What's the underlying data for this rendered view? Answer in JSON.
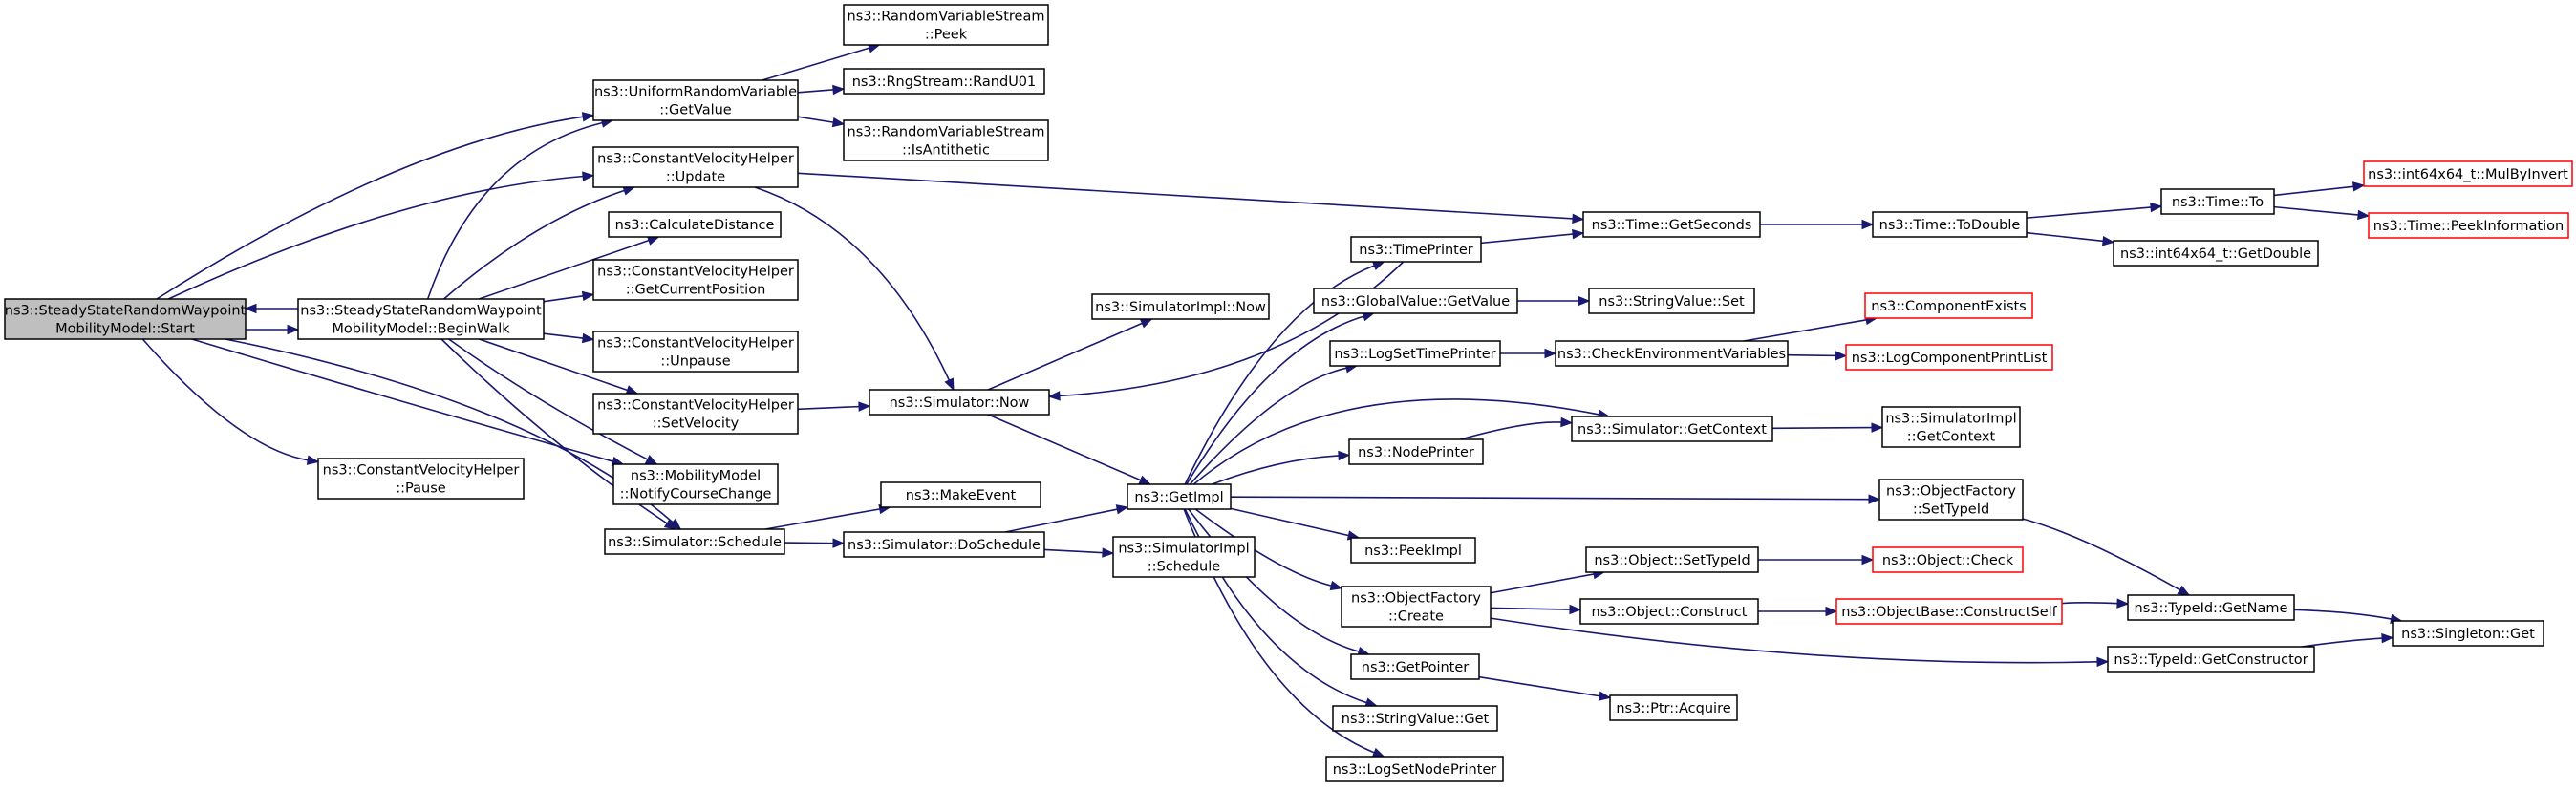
{
  "nodes": [
    {
      "id": "root",
      "lines": [
        "ns3::SteadyStateRandomWaypoint",
        "MobilityModel::Start"
      ],
      "style": "root"
    },
    {
      "id": "beginwalk",
      "lines": [
        "ns3::SteadyStateRandomWaypoint",
        "MobilityModel::BeginWalk"
      ],
      "style": "normal"
    },
    {
      "id": "pause",
      "lines": [
        "ns3::ConstantVelocityHelper",
        "::Pause"
      ],
      "style": "normal"
    },
    {
      "id": "urvgetvalue",
      "lines": [
        "ns3::UniformRandomVariable",
        "::GetValue"
      ],
      "style": "normal"
    },
    {
      "id": "cvhupdate",
      "lines": [
        "ns3::ConstantVelocityHelper",
        "::Update"
      ],
      "style": "normal"
    },
    {
      "id": "calcdist",
      "lines": [
        "ns3::CalculateDistance"
      ],
      "style": "normal"
    },
    {
      "id": "getcurpos",
      "lines": [
        "ns3::ConstantVelocityHelper",
        "::GetCurrentPosition"
      ],
      "style": "normal"
    },
    {
      "id": "unpause",
      "lines": [
        "ns3::ConstantVelocityHelper",
        "::Unpause"
      ],
      "style": "normal"
    },
    {
      "id": "setvelocity",
      "lines": [
        "ns3::ConstantVelocityHelper",
        "::SetVelocity"
      ],
      "style": "normal"
    },
    {
      "id": "notify",
      "lines": [
        "ns3::MobilityModel",
        "::NotifyCourseChange"
      ],
      "style": "normal"
    },
    {
      "id": "schedule",
      "lines": [
        "ns3::Simulator::Schedule"
      ],
      "style": "normal"
    },
    {
      "id": "peek",
      "lines": [
        "ns3::RandomVariableStream",
        "::Peek"
      ],
      "style": "normal"
    },
    {
      "id": "randu01",
      "lines": [
        "ns3::RngStream::RandU01"
      ],
      "style": "normal"
    },
    {
      "id": "isanti",
      "lines": [
        "ns3::RandomVariableStream",
        "::IsAntithetic"
      ],
      "style": "normal"
    },
    {
      "id": "simnow",
      "lines": [
        "ns3::Simulator::Now"
      ],
      "style": "normal"
    },
    {
      "id": "makeevent",
      "lines": [
        "ns3::MakeEvent"
      ],
      "style": "normal"
    },
    {
      "id": "doschedule",
      "lines": [
        "ns3::Simulator::DoSchedule"
      ],
      "style": "normal"
    },
    {
      "id": "implnow",
      "lines": [
        "ns3::SimulatorImpl::Now"
      ],
      "style": "normal"
    },
    {
      "id": "getimpl",
      "lines": [
        "ns3::GetImpl"
      ],
      "style": "normal"
    },
    {
      "id": "implschedule",
      "lines": [
        "ns3::SimulatorImpl",
        "::Schedule"
      ],
      "style": "normal"
    },
    {
      "id": "timeprinter",
      "lines": [
        "ns3::TimePrinter"
      ],
      "style": "normal"
    },
    {
      "id": "gvgetvalue",
      "lines": [
        "ns3::GlobalValue::GetValue"
      ],
      "style": "normal"
    },
    {
      "id": "logsettp",
      "lines": [
        "ns3::LogSetTimePrinter"
      ],
      "style": "normal"
    },
    {
      "id": "nodeprinter",
      "lines": [
        "ns3::NodePrinter"
      ],
      "style": "normal"
    },
    {
      "id": "peekimpl",
      "lines": [
        "ns3::PeekImpl"
      ],
      "style": "normal"
    },
    {
      "id": "ofcreate",
      "lines": [
        "ns3::ObjectFactory",
        "::Create"
      ],
      "style": "normal"
    },
    {
      "id": "getpointer",
      "lines": [
        "ns3::GetPointer"
      ],
      "style": "normal"
    },
    {
      "id": "svget",
      "lines": [
        "ns3::StringValue::Get"
      ],
      "style": "normal"
    },
    {
      "id": "logsetnp",
      "lines": [
        "ns3::LogSetNodePrinter"
      ],
      "style": "normal"
    },
    {
      "id": "getseconds",
      "lines": [
        "ns3::Time::GetSeconds"
      ],
      "style": "normal"
    },
    {
      "id": "svset",
      "lines": [
        "ns3::StringValue::Set"
      ],
      "style": "normal"
    },
    {
      "id": "checkenv",
      "lines": [
        "ns3::CheckEnvironmentVariables"
      ],
      "style": "normal"
    },
    {
      "id": "simgetctx",
      "lines": [
        "ns3::Simulator::GetContext"
      ],
      "style": "normal"
    },
    {
      "id": "objsettypeid",
      "lines": [
        "ns3::Object::SetTypeId"
      ],
      "style": "normal"
    },
    {
      "id": "objconstruct",
      "lines": [
        "ns3::Object::Construct"
      ],
      "style": "normal"
    },
    {
      "id": "ptracquire",
      "lines": [
        "ns3::Ptr::Acquire"
      ],
      "style": "normal"
    },
    {
      "id": "todouble",
      "lines": [
        "ns3::Time::ToDouble"
      ],
      "style": "normal"
    },
    {
      "id": "compexists",
      "lines": [
        "ns3::ComponentExists"
      ],
      "style": "trunc"
    },
    {
      "id": "logcomplist",
      "lines": [
        "ns3::LogComponentPrintList"
      ],
      "style": "trunc"
    },
    {
      "id": "implgetctx",
      "lines": [
        "ns3::SimulatorImpl",
        "::GetContext"
      ],
      "style": "normal"
    },
    {
      "id": "ofsettypeid",
      "lines": [
        "ns3::ObjectFactory",
        "::SetTypeId"
      ],
      "style": "normal"
    },
    {
      "id": "objcheck",
      "lines": [
        "ns3::Object::Check"
      ],
      "style": "trunc"
    },
    {
      "id": "constructself",
      "lines": [
        "ns3::ObjectBase::ConstructSelf"
      ],
      "style": "trunc"
    },
    {
      "id": "timeto",
      "lines": [
        "ns3::Time::To"
      ],
      "style": "normal"
    },
    {
      "id": "getdouble",
      "lines": [
        "ns3::int64x64_t::GetDouble"
      ],
      "style": "normal"
    },
    {
      "id": "typeidgetname",
      "lines": [
        "ns3::TypeId::GetName"
      ],
      "style": "normal"
    },
    {
      "id": "typeidgetctor",
      "lines": [
        "ns3::TypeId::GetConstructor"
      ],
      "style": "normal"
    },
    {
      "id": "mulbyinvert",
      "lines": [
        "ns3::int64x64_t::MulByInvert"
      ],
      "style": "trunc"
    },
    {
      "id": "peekinfo",
      "lines": [
        "ns3::Time::PeekInformation"
      ],
      "style": "trunc"
    },
    {
      "id": "singletonget",
      "lines": [
        "ns3::Singleton::Get"
      ],
      "style": "normal"
    }
  ],
  "edges": [
    [
      "root",
      "beginwalk"
    ],
    [
      "beginwalk",
      "root"
    ],
    [
      "root",
      "urvgetvalue"
    ],
    [
      "root",
      "cvhupdate"
    ],
    [
      "root",
      "pause"
    ],
    [
      "root",
      "notify"
    ],
    [
      "root",
      "schedule"
    ],
    [
      "beginwalk",
      "urvgetvalue"
    ],
    [
      "beginwalk",
      "cvhupdate"
    ],
    [
      "beginwalk",
      "calcdist"
    ],
    [
      "beginwalk",
      "getcurpos"
    ],
    [
      "beginwalk",
      "unpause"
    ],
    [
      "beginwalk",
      "setvelocity"
    ],
    [
      "beginwalk",
      "notify"
    ],
    [
      "beginwalk",
      "schedule"
    ],
    [
      "urvgetvalue",
      "peek"
    ],
    [
      "urvgetvalue",
      "randu01"
    ],
    [
      "urvgetvalue",
      "isanti"
    ],
    [
      "cvhupdate",
      "simnow"
    ],
    [
      "cvhupdate",
      "getseconds"
    ],
    [
      "setvelocity",
      "simnow"
    ],
    [
      "schedule",
      "makeevent"
    ],
    [
      "schedule",
      "doschedule"
    ],
    [
      "simnow",
      "implnow"
    ],
    [
      "simnow",
      "getimpl"
    ],
    [
      "doschedule",
      "getimpl"
    ],
    [
      "doschedule",
      "implschedule"
    ],
    [
      "getimpl",
      "timeprinter"
    ],
    [
      "getimpl",
      "gvgetvalue"
    ],
    [
      "getimpl",
      "logsettp"
    ],
    [
      "getimpl",
      "nodeprinter"
    ],
    [
      "getimpl",
      "peekimpl"
    ],
    [
      "getimpl",
      "ofcreate"
    ],
    [
      "getimpl",
      "getpointer"
    ],
    [
      "getimpl",
      "svget"
    ],
    [
      "getimpl",
      "logsetnp"
    ],
    [
      "getimpl",
      "simgetctx"
    ],
    [
      "getimpl",
      "ofsettypeid"
    ],
    [
      "timeprinter",
      "simnow"
    ],
    [
      "timeprinter",
      "getseconds"
    ],
    [
      "gvgetvalue",
      "svset"
    ],
    [
      "logsettp",
      "checkenv"
    ],
    [
      "nodeprinter",
      "simgetctx"
    ],
    [
      "simgetctx",
      "implgetctx"
    ],
    [
      "checkenv",
      "compexists"
    ],
    [
      "checkenv",
      "logcomplist"
    ],
    [
      "ofcreate",
      "objsettypeid"
    ],
    [
      "ofcreate",
      "objconstruct"
    ],
    [
      "ofcreate",
      "typeidgetctor"
    ],
    [
      "getpointer",
      "ptracquire"
    ],
    [
      "objsettypeid",
      "objcheck"
    ],
    [
      "objconstruct",
      "constructself"
    ],
    [
      "constructself",
      "typeidgetname"
    ],
    [
      "ofsettypeid",
      "typeidgetname"
    ],
    [
      "getseconds",
      "todouble"
    ],
    [
      "todouble",
      "timeto"
    ],
    [
      "todouble",
      "getdouble"
    ],
    [
      "timeto",
      "mulbyinvert"
    ],
    [
      "timeto",
      "peekinfo"
    ],
    [
      "typeidgetname",
      "singletonget"
    ],
    [
      "typeidgetctor",
      "singletonget"
    ]
  ]
}
